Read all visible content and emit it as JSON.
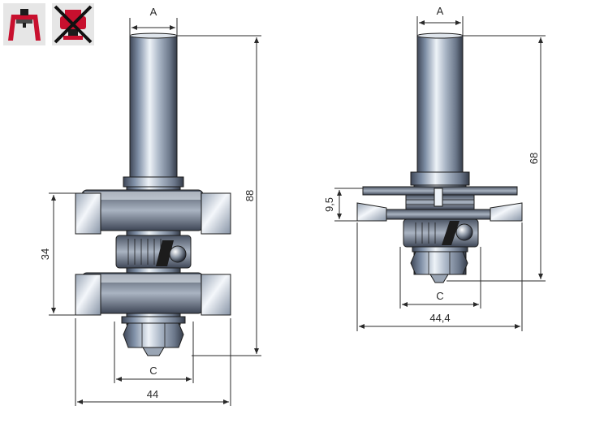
{
  "icons": [
    {
      "name": "router-table-icon",
      "state": "allowed",
      "background": "#e6e6e6",
      "color": "#c8102e"
    },
    {
      "name": "hand-router-not-allowed-icon",
      "state": "not-allowed",
      "background": "#e6e6e6",
      "color": "#c8102e"
    }
  ],
  "left_cutter": {
    "labels": {
      "shank_diameter": "A",
      "total_length": "88",
      "cutting_height": "34",
      "bearing_diameter": "C",
      "cutting_diameter": "44"
    }
  },
  "right_cutter": {
    "labels": {
      "shank_diameter": "A",
      "cutting_length": "68",
      "cutting_height": "9,5",
      "bearing_diameter": "C",
      "cutting_diameter": "44,4"
    }
  },
  "colors": {
    "steel": "#7f8fa6",
    "steel_light": "#e4ebf3",
    "steel_dark": "#3e4656",
    "outline": "#1c1c1c",
    "dimension_line": "#2a2a2a"
  }
}
